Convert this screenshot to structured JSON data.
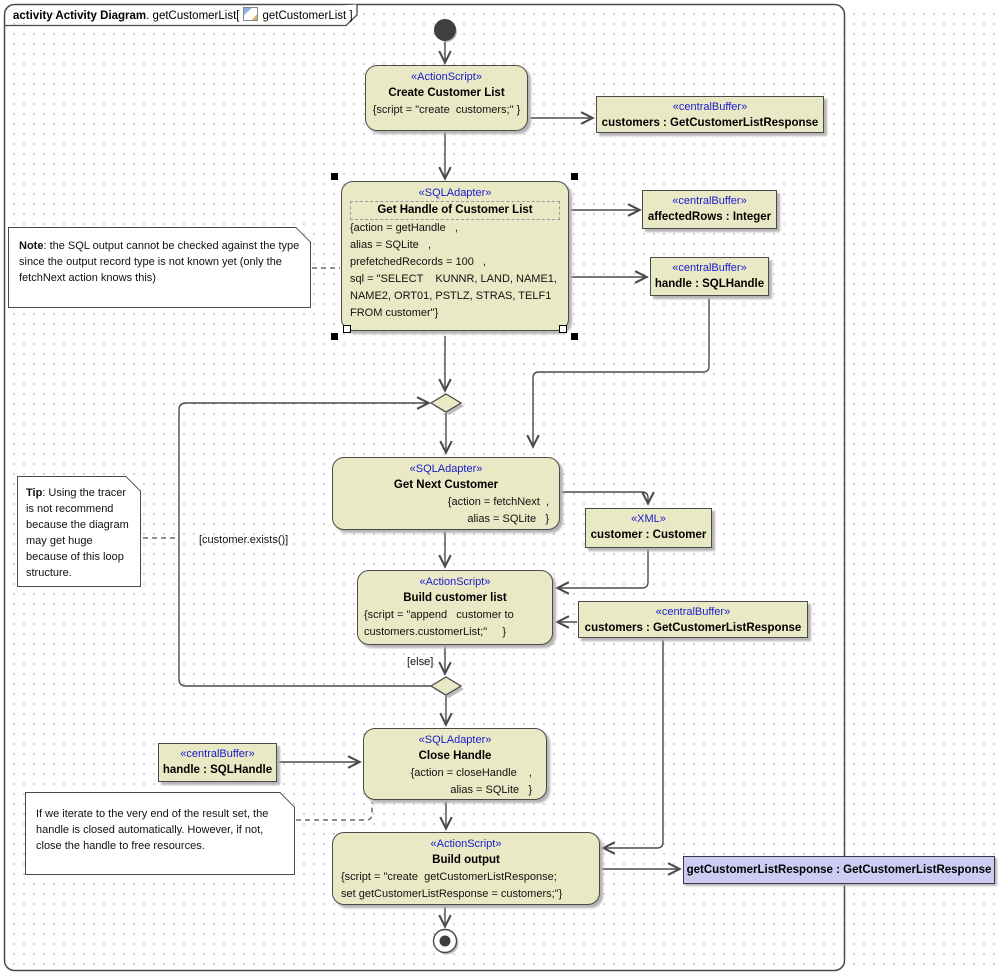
{
  "title": {
    "bold": "activity Activity Diagram",
    "mid": ". getCustomerList[",
    "tail": "getCustomerList ]"
  },
  "icons": {
    "diagram_icon": "activity-diagram-icon"
  },
  "actions": {
    "create": {
      "stereotype": "«ActionScript»",
      "name": "Create Customer List",
      "props": [
        "{script = \"create  customers;\" }"
      ]
    },
    "getHandle": {
      "stereotype": "«SQLAdapter»",
      "name": "Get Handle of Customer List",
      "props": [
        "{action = getHandle   ,",
        "alias = SQLite   ,",
        "prefetchedRecords = 100   ,",
        "sql = \"SELECT    KUNNR, LAND, NAME1,",
        "NAME2, ORT01, PSTLZ, STRAS, TELF1",
        "FROM customer\"}"
      ]
    },
    "getNext": {
      "stereotype": "«SQLAdapter»",
      "name": "Get Next Customer",
      "props": [
        "{action = fetchNext  ,",
        "alias = SQLite   }"
      ]
    },
    "buildList": {
      "stereotype": "«ActionScript»",
      "name": "Build customer list",
      "props": [
        "{script = \"append   customer to",
        "customers.customerList;\"     }"
      ]
    },
    "closeHandle": {
      "stereotype": "«SQLAdapter»",
      "name": "Close Handle",
      "props": [
        "{action = closeHandle    ,",
        "alias = SQLite   }"
      ]
    },
    "buildOutput": {
      "stereotype": "«ActionScript»",
      "name": "Build output",
      "props": [
        "{script = \"create  getCustomerListResponse;",
        "set getCustomerListResponse = customers;\"}"
      ]
    }
  },
  "buffers": {
    "customersTop": {
      "stereotype": "«centralBuffer»",
      "name": "customers : GetCustomerListResponse"
    },
    "affectedRows": {
      "stereotype": "«centralBuffer»",
      "name": "affectedRows : Integer"
    },
    "handleTop": {
      "stereotype": "«centralBuffer»",
      "name": "handle : SQLHandle"
    },
    "customerXml": {
      "stereotype": "«XML»",
      "name": "customer : Customer"
    },
    "customersMid": {
      "stereotype": "«centralBuffer»",
      "name": "customers : GetCustomerListResponse"
    },
    "handleBottom": {
      "stereotype": "«centralBuffer»",
      "name": "handle : SQLHandle"
    }
  },
  "parameter": {
    "name": "getCustomerListResponse : GetCustomerListResponse"
  },
  "notes": {
    "sqlOutput": {
      "bold": "Note",
      "text": ": the SQL output cannot be checked against the type since the output record type is not known yet (only the fetchNext action knows this)"
    },
    "tip": {
      "bold": "Tip",
      "text": ": Using the tracer is not recommend because the diagram may get huge because of this loop structure."
    },
    "closeInfo": {
      "bold": "",
      "text": "If we iterate to the very end of the result set, the handle is closed automatically. However, if not, close the handle to free resources."
    }
  },
  "guards": {
    "exists": "[customer.exists()]",
    "else": "[else]"
  },
  "colors": {
    "node_fill": "#e9e9c6",
    "stereotype_blue": "#1a1ace",
    "param_fill": "#ccccf2",
    "edge_gray": "#4a4a4a",
    "shadow": "#b4b4b4"
  }
}
